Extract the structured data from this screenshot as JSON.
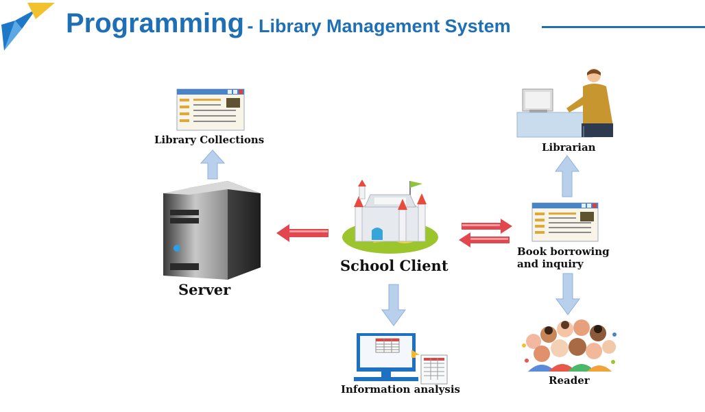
{
  "header": {
    "title": "Programming",
    "subtitle": "- Library Management System"
  },
  "nodes": {
    "library_collections": "Library Collections",
    "server": "Server",
    "school_client": "School Client",
    "librarian": "Librarian",
    "book_borrowing_line1": "Book borrowing",
    "book_borrowing_line2": "and inquiry",
    "information_analysis": "Information analysis",
    "reader": "Reader"
  },
  "colors": {
    "title_blue": "#1f6fb5",
    "arrow_blue": "#a9c6e8",
    "arrow_red": "#e0474f",
    "logo_yellow": "#f2c22e",
    "logo_blue": "#1d78c8"
  }
}
